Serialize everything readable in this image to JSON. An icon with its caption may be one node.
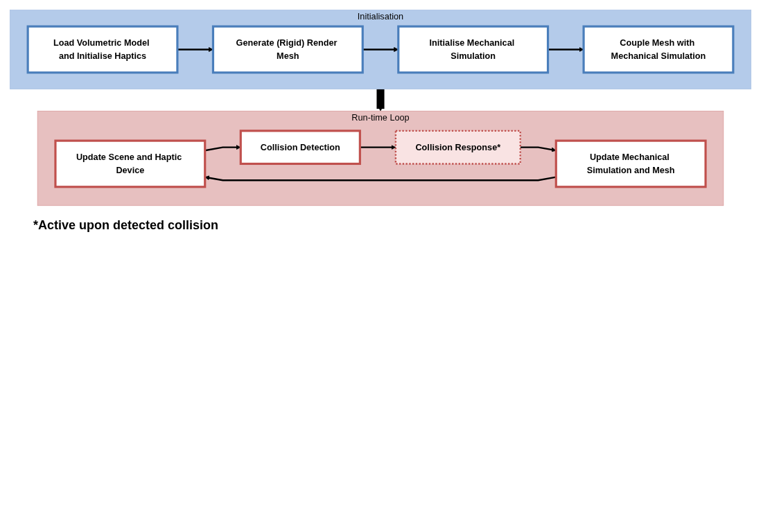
{
  "diagram": {
    "nodes": [
      {
        "text": [
          "Initialisation"
        ]
      },
      {
        "text": [
          "Load Volumetric Model and Initialise Haptics"
        ],
        "in": 0
      },
      {
        "text": [
          "Generate (Rigid) Render Mesh"
        ],
        "in": 0
      },
      {
        "text": [
          "Couple Mesh with Mechanical Simulation"
        ],
        "in": 0
      },
      {
        "text": [
          "Initialise Mechanical Simulation"
        ],
        "in": 0
      },
      {
        "text": [
          "Run-time Loop"
        ]
      },
      {
        "text": [
          "Update Scene and Haptic Device"
        ],
        "in": 5
      },
      {
        "text": [
          "Collision Detection"
        ],
        "in": 5
      },
      {
        "text": [
          "Update Mechanical Simulation and Mesh"
        ],
        "in": 5
      },
      {
        "text": [
          "Collision Response*"
        ],
        "in": 5
      }
    ],
    "edges": [
      {
        "from": 1,
        "to": 2,
        "arrow": "to"
      },
      {
        "from": 2,
        "to": 4,
        "arrow": "to"
      },
      {
        "from": 4,
        "to": 3,
        "arrow": "to"
      },
      {
        "from": 0,
        "to": 5,
        "arrow": "to",
        "style": "thick"
      },
      {
        "from": 6,
        "to": 7,
        "arrow": "to"
      },
      {
        "from": 7,
        "to": 9,
        "arrow": "to"
      },
      {
        "from": 9,
        "to": 8,
        "arrow": "to"
      },
      {
        "from": 8,
        "to": 6,
        "arrow": "to"
      }
    ],
    "labels": [
      "*Active upon detected collision"
    ]
  }
}
